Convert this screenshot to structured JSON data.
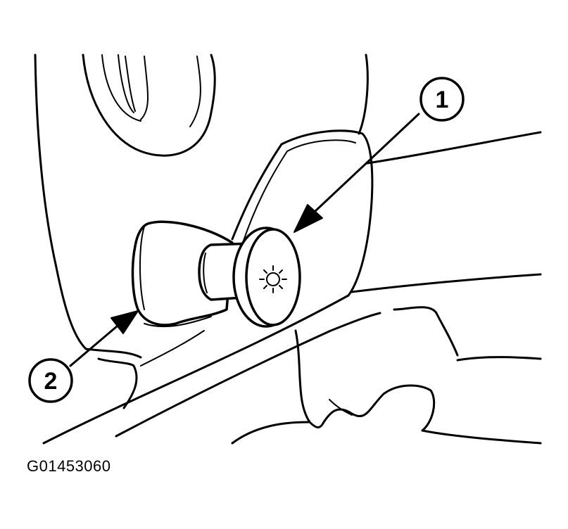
{
  "figure": {
    "code": "G01453060"
  },
  "callouts": [
    {
      "number": "1",
      "target": "lamp-lens"
    },
    {
      "number": "2",
      "target": "lamp-socket-knob"
    }
  ],
  "icons": {
    "bulb": "sun-burst-icon"
  }
}
